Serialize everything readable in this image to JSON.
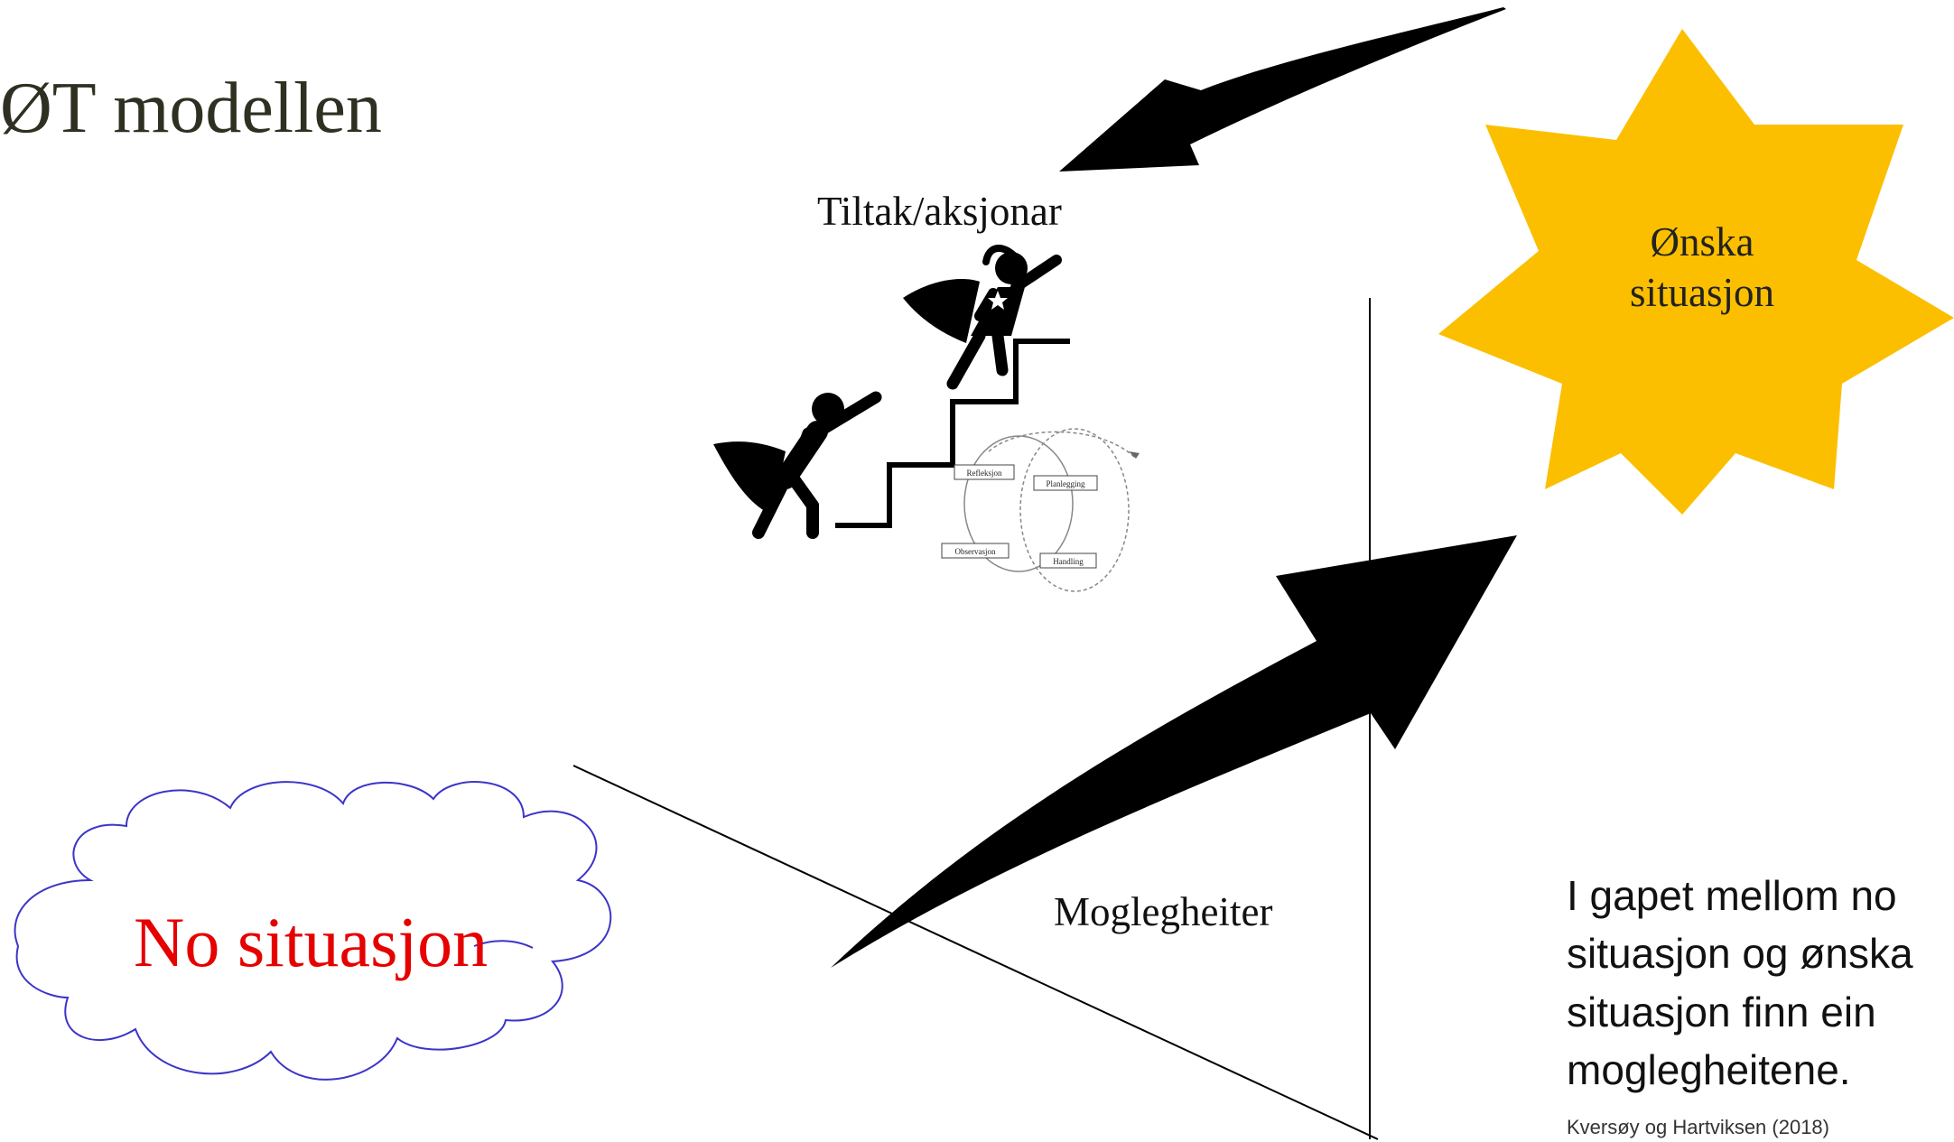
{
  "title": "ØT modellen",
  "labels": {
    "tiltak": "Tiltak/aksjonar",
    "moglegheiter": "Moglegheiter",
    "onska": "Ønska situasjon",
    "no_situasjon": "No situasjon"
  },
  "cycle": {
    "boxes": [
      "Refleksjon",
      "Planlegging",
      "Observasjon",
      "Handling"
    ]
  },
  "gap_text": "I gapet mellom no situasjon og ønska situasjon finn ein moglegheitene.",
  "citation": "Kversøy og Hartviksen (2018)",
  "colors": {
    "star": "#fbbf00",
    "cloud_stroke": "#3b35c8",
    "no_situasjon_text": "#e60000",
    "arrows": "#000000"
  }
}
